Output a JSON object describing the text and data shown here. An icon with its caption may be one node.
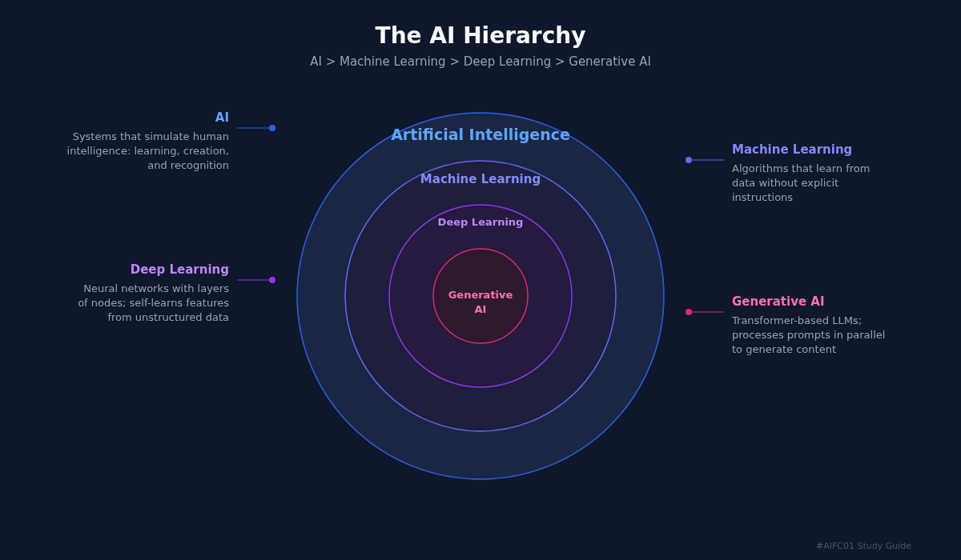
{
  "diagram": {
    "title": "The AI Hierarchy",
    "nodes": [
      {
        "text": [
          "Artificial Intelligence"
        ]
      },
      {
        "text": [
          "Machine Learning"
        ],
        "in": 0
      },
      {
        "text": [
          "Deep Learning"
        ],
        "in": 1
      },
      {
        "text": [
          "Generative AI"
        ],
        "in": 2
      },
      {
        "text": [
          "AI",
          "Systems that simulate human intelligence: learning, creation, and recognition"
        ]
      },
      {
        "text": [
          "Machine Learning",
          "Algorithms that learn from data without explicit instructions"
        ]
      },
      {
        "text": [
          "Deep Learning",
          "Neural networks with layers of nodes; self-learns features from unstructured data"
        ]
      },
      {
        "text": [
          "Generative AI",
          "Transformer-based LLMs; processes prompts in parallel to generate content"
        ]
      }
    ],
    "edges": [
      {
        "from": 4,
        "to": null,
        "arrow": "other",
        "color": "#2563eb"
      },
      {
        "from": 5,
        "to": null,
        "arrow": "other",
        "color": "#6366f1"
      },
      {
        "from": 6,
        "to": null,
        "arrow": "other",
        "color": "#9333ea"
      },
      {
        "from": 7,
        "to": null,
        "arrow": "other",
        "color": "#db2777"
      }
    ],
    "labels": [
      "AI > Machine Learning > Deep Learning > Generative AI",
      "#AIFC01 Study Guide"
    ]
  }
}
